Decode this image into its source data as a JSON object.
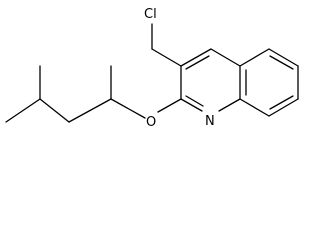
{
  "molecule": {
    "atoms": {
      "chlorine": "Cl",
      "oxygen": "O",
      "nitrogen": "N"
    }
  },
  "colors": {
    "bond": "#000000",
    "text": "#000000",
    "background": "#ffffff"
  }
}
